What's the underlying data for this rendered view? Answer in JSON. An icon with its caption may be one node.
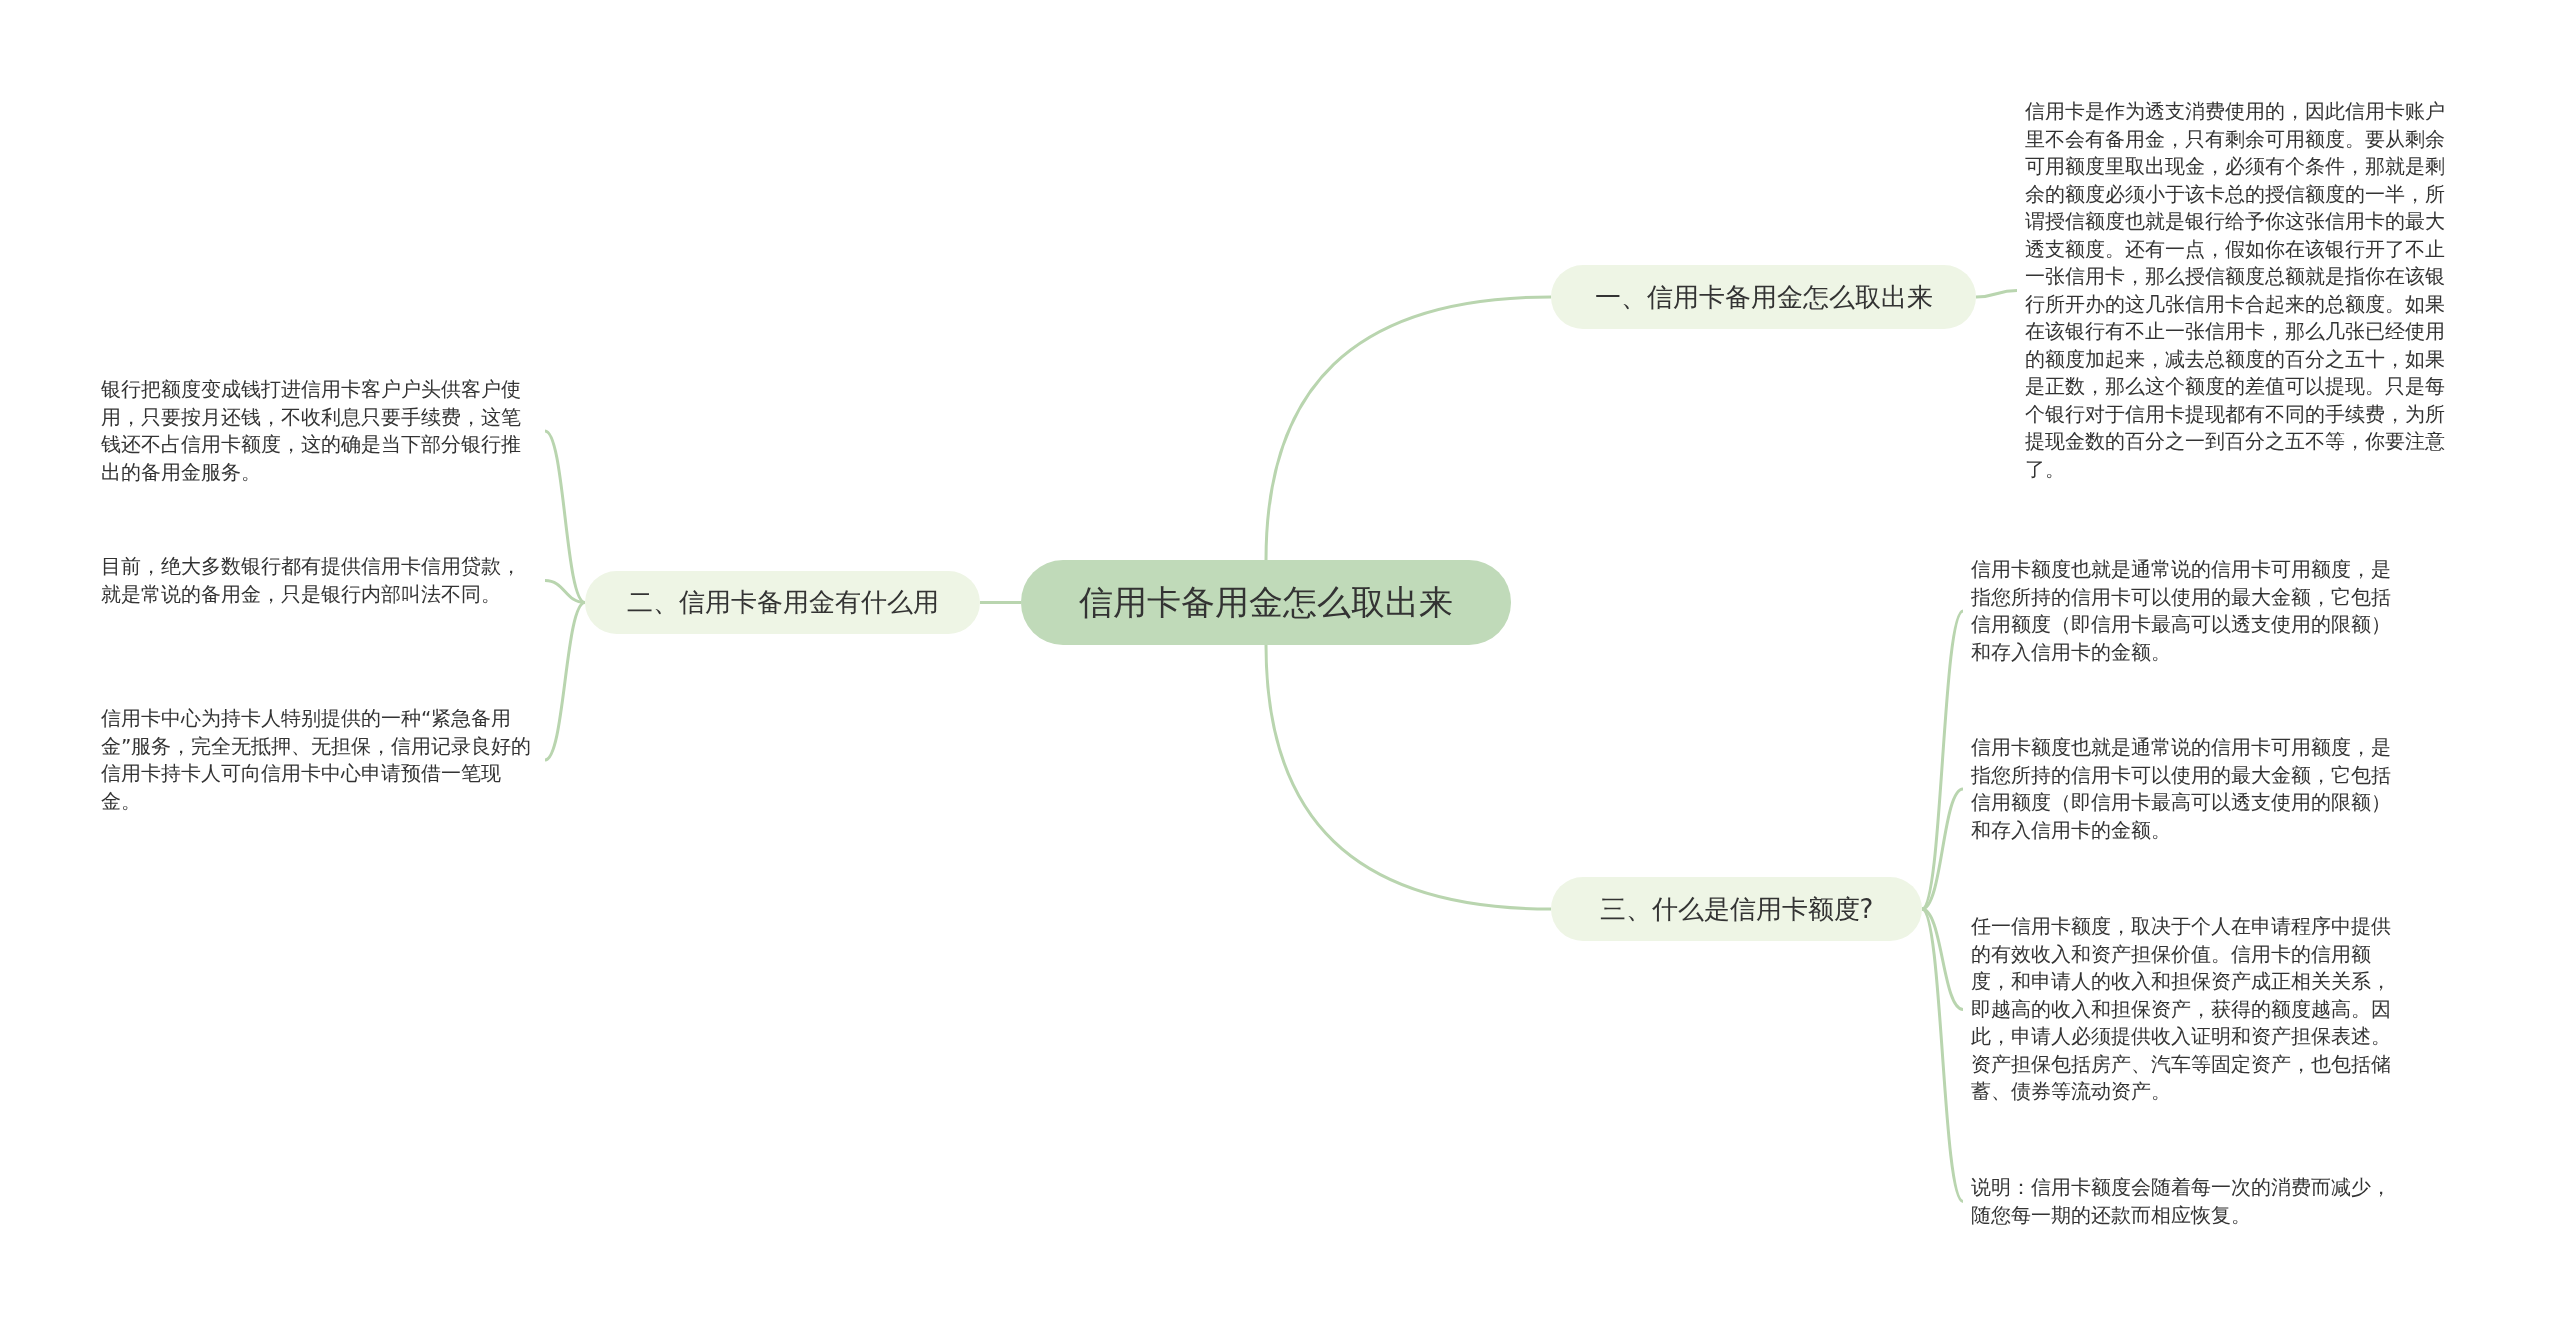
{
  "diagram": {
    "nodes": [
      {
        "text": [
          "信用卡备用金怎么取出来"
        ]
      },
      {
        "text": [
          "一、信用卡备用金怎么取出来"
        ]
      },
      {
        "text": [
          "信用卡是作为透支消费使用的，因此信用卡账户里不会有备用金，只有剩余可用额度。要从剩余可用额度里取出现金，必须有个条件，那就是剩余的额度必须小于该卡总的授信额度的一半，所谓授信额度也就是银行给予你这张信用卡的最大透支额度。还有一点，假如你在该银行开了不止一张信用卡，那么授信额度总额就是指你在该银行所开办的这几张信用卡合起来的总额度。如果在该银行有不止一张信用卡，那么几张已经使用的额度加起来，减去总额度的百分之五十，如果是正数，那么这个额度的差值可以提现。只是每个银行对于信用卡提现都有不同的手续费，为所提现金数的百分之一到百分之五不等，你要注意了。"
        ]
      },
      {
        "text": [
          "二、信用卡备用金有什么用"
        ]
      },
      {
        "text": [
          "银行把额度变成钱打进信用卡客户户头供客户使用，只要按月还钱，不收利息只要手续费，这笔钱还不占信用卡额度，这的确是当下部分银行推出的备用金服务。"
        ]
      },
      {
        "text": [
          "目前，绝大多数银行都有提供信用卡信用贷款，就是常说的备用金，只是银行内部叫法不同。"
        ]
      },
      {
        "text": [
          "信用卡中心为持卡人特别提供的一种“紧急备用金”服务，完全无抵押、无担保，信用记录良好的信用卡持卡人可向信用卡中心申请预借一笔现金。"
        ]
      },
      {
        "text": [
          "三、什么是信用卡额度?"
        ]
      },
      {
        "text": [
          "信用卡额度也就是通常说的信用卡可用额度，是指您所持的信用卡可以使用的最大金额，它包括信用额度（即信用卡最高可以透支使用的限额）和存入信用卡的金额。"
        ]
      },
      {
        "text": [
          "信用卡额度也就是通常说的信用卡可用额度，是指您所持的信用卡可以使用的最大金额，它包括信用额度（即信用卡最高可以透支使用的限额）和存入信用卡的金额。"
        ]
      },
      {
        "text": [
          "任一信用卡额度，取决于个人在申请程序中提供的有效收入和资产担保价值。信用卡的信用额度，和申请人的收入和担保资产成正相关关系，即越高的收入和担保资产，获得的额度越高。因此，申请人必须提供收入证明和资产担保表述。资产担保包括房产、汽车等固定资产，也包括储蓄、债券等流动资产。"
        ]
      },
      {
        "text": [
          "说明：信用卡额度会随着每一次的消费而减少，随您每一期的还款而相应恢复。"
        ]
      }
    ],
    "edges": [
      {
        "from": 0,
        "to": 1,
        "arrow": "none"
      },
      {
        "from": 1,
        "to": 2,
        "arrow": "none"
      },
      {
        "from": 0,
        "to": 3,
        "arrow": "none"
      },
      {
        "from": 3,
        "to": 4,
        "arrow": "none"
      },
      {
        "from": 3,
        "to": 5,
        "arrow": "none"
      },
      {
        "from": 3,
        "to": 6,
        "arrow": "none"
      },
      {
        "from": 0,
        "to": 7,
        "arrow": "none"
      },
      {
        "from": 7,
        "to": 8,
        "arrow": "none"
      },
      {
        "from": 7,
        "to": 9,
        "arrow": "none"
      },
      {
        "from": 7,
        "to": 10,
        "arrow": "none"
      },
      {
        "from": 7,
        "to": 11,
        "arrow": "none"
      }
    ]
  }
}
